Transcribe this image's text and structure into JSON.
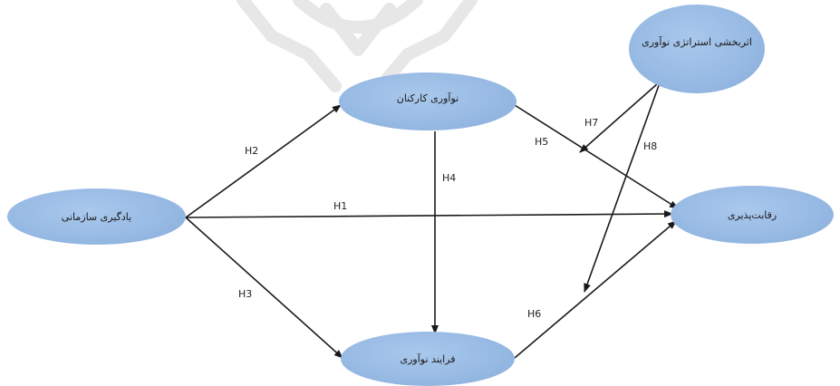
{
  "diagram": {
    "nodes": {
      "org_learning": "یادگیری سازمانی",
      "employee_innovation": "نوآوری کارکنان",
      "innovation_process": "فرایند نوآوری",
      "competitiveness": "رقابت‌پذیری",
      "innovation_strategy_effectiveness": "اثربخشی استراتژی نوآوری"
    },
    "edges": {
      "h1": "H1",
      "h2": "H2",
      "h3": "H3",
      "h4": "H4",
      "h5": "H5",
      "h6": "H6",
      "h7": "H7",
      "h8": "H8"
    },
    "colors": {
      "node_fill": "#96b9e3",
      "arrow": "#1a1a1a",
      "watermark": "#e6e6e6"
    }
  }
}
